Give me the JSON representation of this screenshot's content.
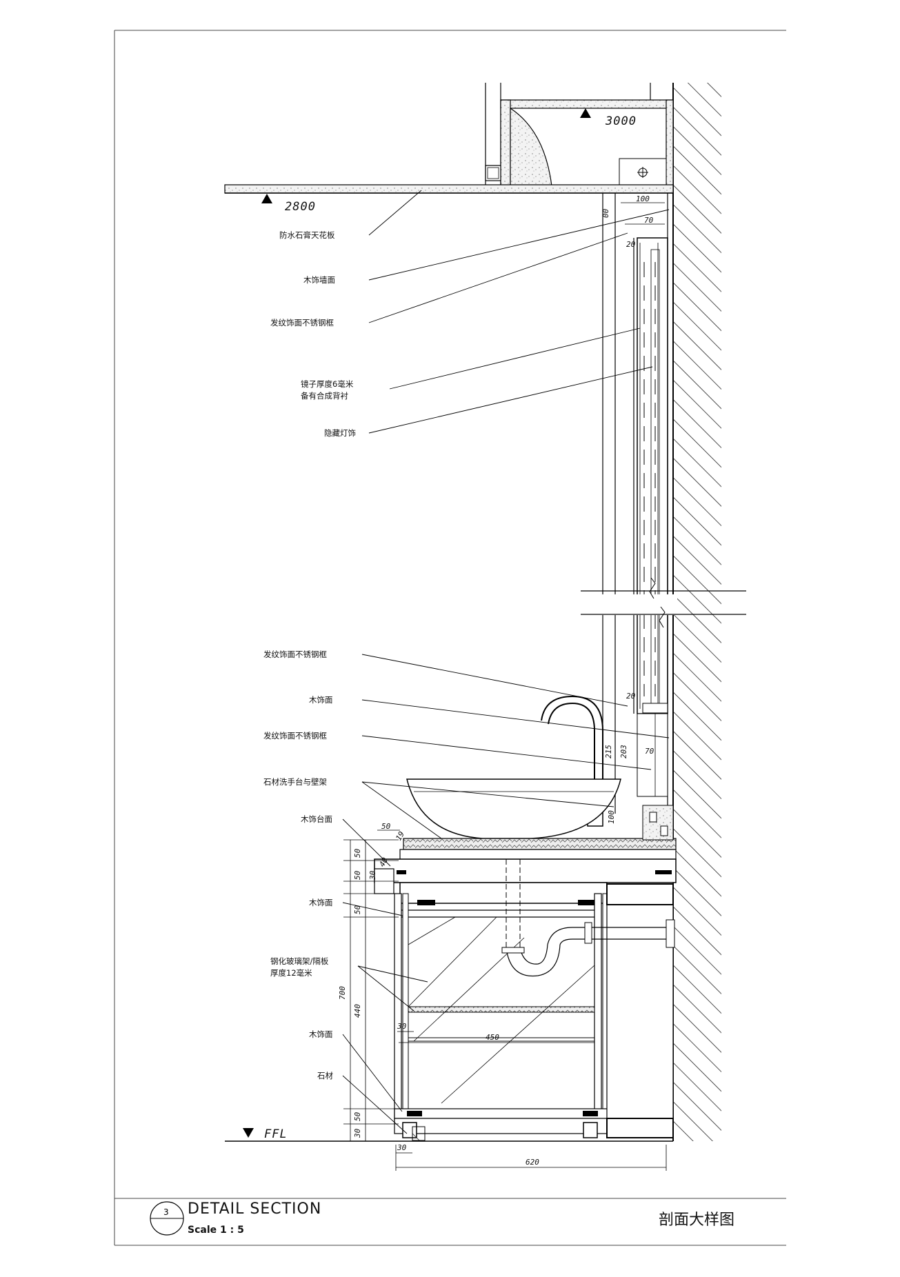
{
  "drawing": {
    "level_ceiling": "2800",
    "level_upper": "3000",
    "level_floor": "FFL",
    "dims": {
      "d100": "100",
      "d70": "70",
      "d00": "00",
      "d20a": "20",
      "d20b": "20",
      "d70b": "70",
      "d215": "215",
      "d203": "203",
      "d100b": "100",
      "d50top": "50",
      "d19": "19",
      "d40": "40",
      "v50a": "50",
      "v50b": "50",
      "v30a": "30",
      "v50c": "50",
      "v700": "700",
      "v440": "440",
      "v50d": "50",
      "v30b": "30",
      "h30a": "30",
      "h450": "450",
      "h30b": "30",
      "h620": "620"
    },
    "labels": [
      "防水石膏天花板",
      "木饰墙面",
      "发纹饰面不锈钢框",
      "镜子厚度6毫米",
      "备有合成背衬",
      "隐藏灯饰",
      "发纹饰面不锈钢框",
      "木饰面",
      "发纹饰面不锈钢框",
      "石材洗手台与壁架",
      "木饰台面",
      "木饰面",
      "钢化玻璃架/隔板",
      "厚度12毫米",
      "木饰面",
      "石材"
    ]
  },
  "title_block": {
    "number": "3",
    "title": "DETAIL  SECTION",
    "scale": "Scale 1 : 5",
    "title_cn": "剖面大样图"
  }
}
